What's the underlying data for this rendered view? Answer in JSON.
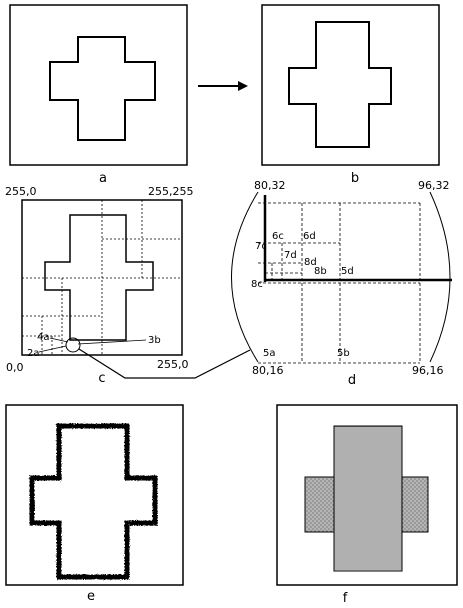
{
  "panels": {
    "a": {
      "caption": "a"
    },
    "b": {
      "caption": "b"
    },
    "c": {
      "caption": "c",
      "corner_top_left": "255,0",
      "corner_top_right": "255,255",
      "corner_bottom_left": "0,0",
      "corner_bottom_right": "255,0",
      "labels": {
        "l4a": "4a",
        "l2a": "2a",
        "l3b": "3b"
      }
    },
    "d": {
      "caption": "d",
      "corner_top_left": "80,32",
      "corner_top_right": "96,32",
      "corner_bottom_left": "80,16",
      "corner_bottom_right": "96,16",
      "labels": {
        "l6c": "6c",
        "l6d": "6d",
        "l7c": "7c",
        "l7d": "7d",
        "l8d": "8d",
        "l8b": "8b",
        "l5d": "5d",
        "l8c": "8c",
        "l5a": "5a",
        "l5b": "5b"
      }
    },
    "e": {
      "caption": "e"
    },
    "f": {
      "caption": "f"
    }
  }
}
